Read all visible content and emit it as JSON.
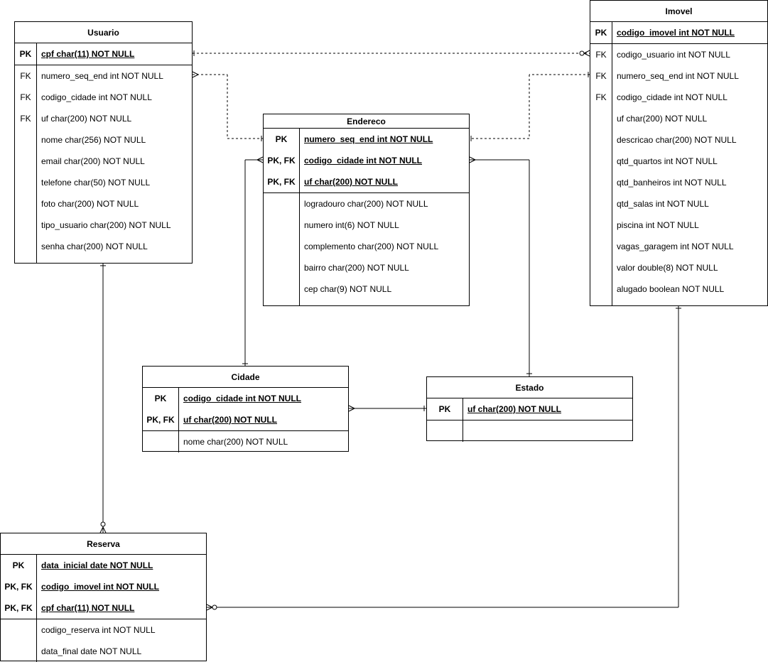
{
  "entities": {
    "usuario": {
      "title": "Usuario",
      "pk_rows": [
        {
          "key": "PK",
          "attr": "cpf char(11) NOT NULL"
        }
      ],
      "rows": [
        {
          "key": "FK",
          "attr": "numero_seq_end int NOT NULL"
        },
        {
          "key": "FK",
          "attr": "codigo_cidade int NOT NULL"
        },
        {
          "key": "FK",
          "attr": "uf char(200) NOT NULL"
        },
        {
          "key": "",
          "attr": "nome char(256) NOT NULL"
        },
        {
          "key": "",
          "attr": "email char(200) NOT NULL"
        },
        {
          "key": "",
          "attr": "telefone char(50) NOT NULL"
        },
        {
          "key": "",
          "attr": "foto char(200) NOT NULL"
        },
        {
          "key": "",
          "attr": "tipo_usuario char(200) NOT NULL"
        },
        {
          "key": "",
          "attr": "senha char(200) NOT NULL"
        }
      ]
    },
    "imovel": {
      "title": "Imovel",
      "pk_rows": [
        {
          "key": "PK",
          "attr": "codigo_imovel int NOT NULL"
        }
      ],
      "rows": [
        {
          "key": "FK",
          "attr": "codigo_usuario int NOT NULL"
        },
        {
          "key": "FK",
          "attr": "numero_seq_end int NOT NULL"
        },
        {
          "key": "FK",
          "attr": "codigo_cidade int NOT NULL"
        },
        {
          "key": "",
          "attr": "uf char(200) NOT NULL"
        },
        {
          "key": "",
          "attr": "descricao char(200) NOT NULL"
        },
        {
          "key": "",
          "attr": "qtd_quartos int NOT NULL"
        },
        {
          "key": "",
          "attr": "qtd_banheiros int NOT NULL"
        },
        {
          "key": "",
          "attr": "qtd_salas  int NOT NULL"
        },
        {
          "key": "",
          "attr": "piscina int NOT NULL"
        },
        {
          "key": "",
          "attr": "vagas_garagem int NOT NULL"
        },
        {
          "key": "",
          "attr": "valor double(8) NOT NULL"
        },
        {
          "key": "",
          "attr": "alugado boolean NOT NULL"
        }
      ]
    },
    "endereco": {
      "title": "Endereco",
      "pk_rows": [
        {
          "key": "PK",
          "attr": "numero_seq_end int NOT NULL"
        },
        {
          "key": "PK, FK",
          "attr": "codigo_cidade int NOT NULL"
        },
        {
          "key": "PK, FK",
          "attr": "uf char(200) NOT NULL"
        }
      ],
      "rows": [
        {
          "key": "",
          "attr": "logradouro char(200) NOT NULL"
        },
        {
          "key": "",
          "attr": "numero int(6) NOT NULL"
        },
        {
          "key": "",
          "attr": "complemento char(200) NOT NULL"
        },
        {
          "key": "",
          "attr": "bairro char(200) NOT NULL"
        },
        {
          "key": "",
          "attr": "cep char(9) NOT NULL"
        }
      ]
    },
    "cidade": {
      "title": "Cidade",
      "pk_rows": [
        {
          "key": "PK",
          "attr": "codigo_cidade int NOT NULL"
        },
        {
          "key": "PK, FK",
          "attr": "uf char(200) NOT NULL"
        }
      ],
      "rows": [
        {
          "key": "",
          "attr": "nome char(200) NOT NULL"
        }
      ]
    },
    "estado": {
      "title": "Estado",
      "pk_rows": [
        {
          "key": "PK",
          "attr": "uf char(200) NOT NULL"
        }
      ],
      "rows": [
        {
          "key": "",
          "attr": ""
        }
      ]
    },
    "reserva": {
      "title": "Reserva",
      "pk_rows": [
        {
          "key": "PK",
          "attr": "data_inicial date NOT NULL"
        },
        {
          "key": "PK, FK",
          "attr": "codigo_imovel int NOT NULL"
        },
        {
          "key": "PK, FK",
          "attr": "cpf char(11) NOT NULL"
        }
      ],
      "rows": [
        {
          "key": "",
          "attr": "codigo_reserva int NOT NULL"
        },
        {
          "key": "",
          "attr": "data_final date NOT NULL"
        }
      ]
    }
  },
  "relationships": [
    {
      "from": "usuario",
      "to": "imovel",
      "from_end": "one",
      "to_end": "zero-or-many",
      "line": "dashed"
    },
    {
      "from": "usuario",
      "to": "endereco",
      "from_end": "many",
      "to_end": "one",
      "line": "dashed"
    },
    {
      "from": "imovel",
      "to": "endereco",
      "from_end": "one",
      "to_end": "one",
      "line": "dashed"
    },
    {
      "from": "endereco",
      "to": "cidade",
      "from_end": "one-or-many",
      "to_end": "one",
      "line": "solid"
    },
    {
      "from": "endereco",
      "to": "estado",
      "from_end": "one-or-many",
      "to_end": "one",
      "line": "solid"
    },
    {
      "from": "cidade",
      "to": "estado",
      "from_end": "one-or-many",
      "to_end": "one",
      "line": "solid"
    },
    {
      "from": "usuario",
      "to": "reserva",
      "from_end": "one",
      "to_end": "zero-or-many",
      "line": "solid"
    },
    {
      "from": "imovel",
      "to": "reserva",
      "from_end": "one",
      "to_end": "zero-or-many",
      "line": "solid"
    }
  ]
}
